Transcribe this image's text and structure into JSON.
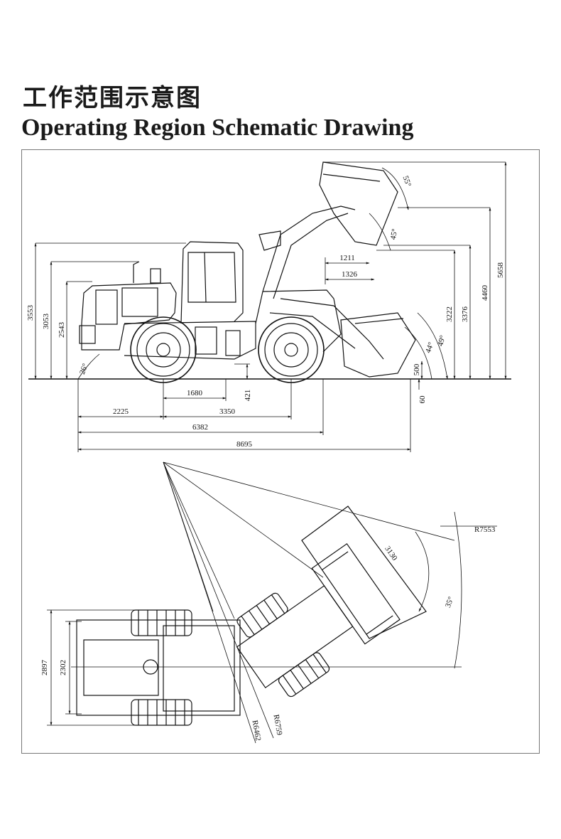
{
  "title": {
    "cn": "工作范围示意图",
    "en": "Operating Region Schematic Drawing"
  },
  "side_view": {
    "heights": [
      "3553",
      "3053",
      "2543",
      "3222",
      "3376",
      "4460",
      "5658"
    ],
    "reach_1211": "1211",
    "reach_1326": "1326",
    "wheelbase_1680": "1680",
    "ground_421": "421",
    "bucket_500": "500",
    "dig_60": "60",
    "lengths": [
      "2225",
      "3350",
      "6382",
      "8695"
    ],
    "angles": {
      "rear": "26°",
      "dump_max": "55°",
      "dump_45": "45°",
      "rollback_49": "49°",
      "rollback_44": "44°"
    }
  },
  "top_view": {
    "width_2897": "2897",
    "width_2302": "2302",
    "radius_outer": "R7553",
    "radius_6462": "R6462",
    "radius_6759": "R6759",
    "bucket_width": "3130",
    "articulation_angle": "35°"
  }
}
